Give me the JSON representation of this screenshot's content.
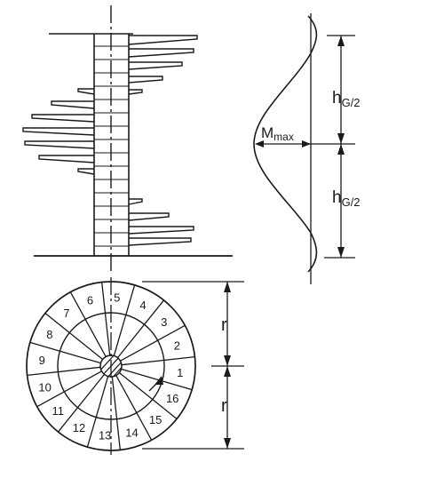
{
  "elevation": {
    "stair_label": ""
  },
  "moment_diagram": {
    "moment_label": "M",
    "moment_subscript": "max",
    "upper_height_label": "h",
    "upper_height_subscript": "G/2",
    "lower_height_label": "h",
    "lower_height_subscript": "G/2"
  },
  "plan": {
    "step_numbers": [
      "1",
      "2",
      "3",
      "4",
      "5",
      "6",
      "7",
      "8",
      "9",
      "10",
      "11",
      "12",
      "13",
      "14",
      "15",
      "16"
    ],
    "upper_radius_label": "r",
    "lower_radius_label": "r"
  }
}
